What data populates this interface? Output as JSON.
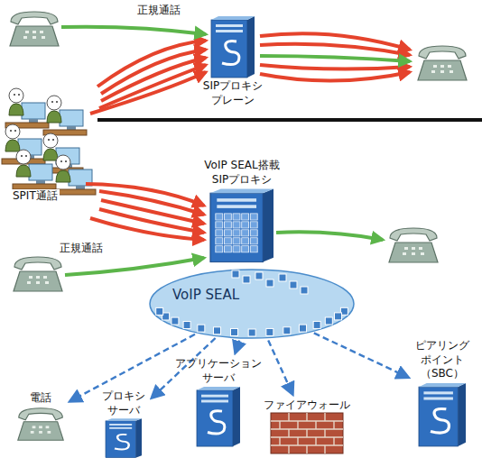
{
  "diagram": {
    "nodes": [
      {
        "text": [
          "SIPプロキシ プレーン"
        ]
      },
      {
        "text": [
          "VoIP SEAL搭載 SIPプロキシ"
        ]
      },
      {
        "text": [
          "VoIP SEAL"
        ]
      },
      {
        "text": [
          "電話"
        ]
      },
      {
        "text": [
          "プロキシ サーバ"
        ]
      },
      {
        "text": [
          "アプリケーション サーバ"
        ]
      },
      {
        "text": [
          "ファイアウォール"
        ]
      },
      {
        "text": [
          "ピアリング ポイント （SBC）"
        ]
      }
    ],
    "edges": [
      {
        "from": 2,
        "to": 3,
        "arrow": "to"
      },
      {
        "from": 2,
        "to": 4,
        "arrow": "to"
      },
      {
        "from": 2,
        "to": 5,
        "arrow": "to"
      },
      {
        "from": 2,
        "to": 6,
        "arrow": "to"
      },
      {
        "from": 2,
        "to": 7,
        "arrow": "to"
      }
    ],
    "labels": [
      "正規通話",
      "SPIT通話",
      "正規通話"
    ]
  }
}
